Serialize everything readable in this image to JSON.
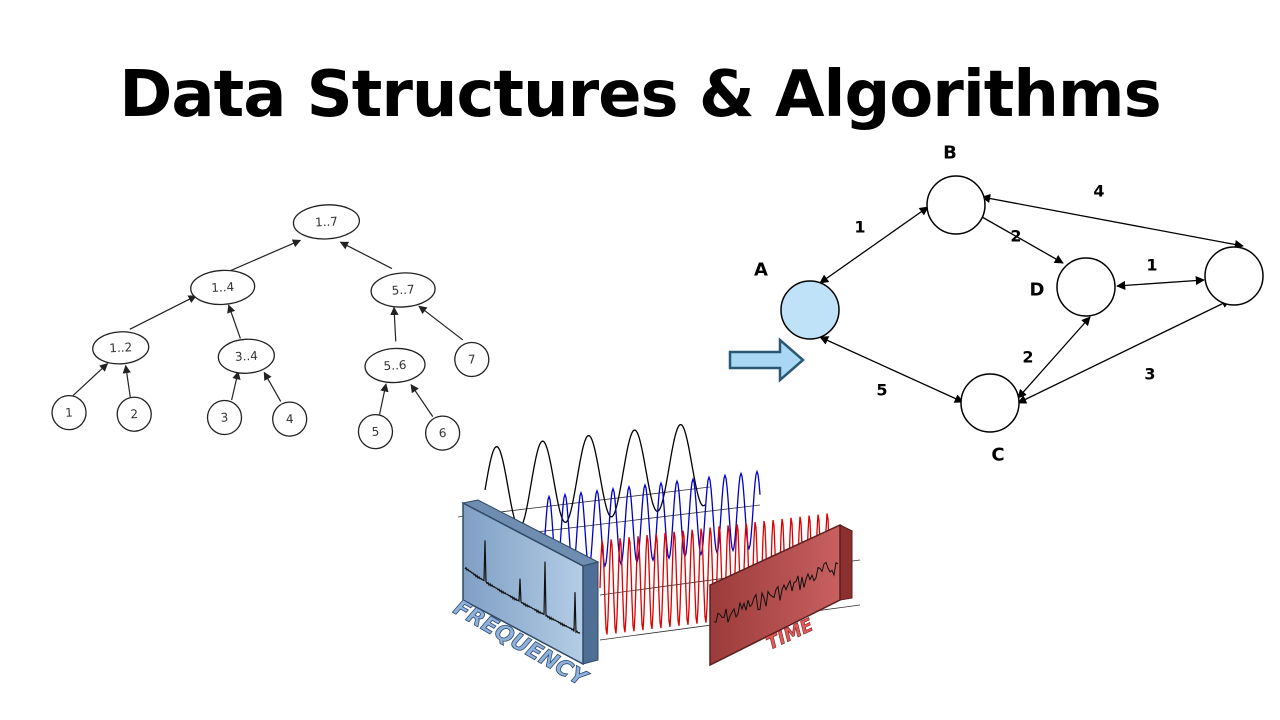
{
  "title": "Data Structures & Algorithms",
  "segment_tree": {
    "nodes": [
      "1..7",
      "1..4",
      "5..7",
      "1..2",
      "3..4",
      "5..6",
      "7",
      "1",
      "2",
      "3",
      "4",
      "5",
      "6"
    ]
  },
  "graph": {
    "nodes": [
      "A",
      "B",
      "C",
      "D"
    ],
    "weights": [
      "1",
      "2",
      "4",
      "1",
      "2",
      "5",
      "3"
    ]
  },
  "signals": {
    "frequency_label": "FREQUENCY",
    "time_label": "TIME",
    "colors": {
      "wave1": "#000000",
      "wave2": "#0000cc",
      "wave3": "#dd0000",
      "freq_panel": "#9bb8d8",
      "time_panel": "#b84a4a"
    }
  }
}
